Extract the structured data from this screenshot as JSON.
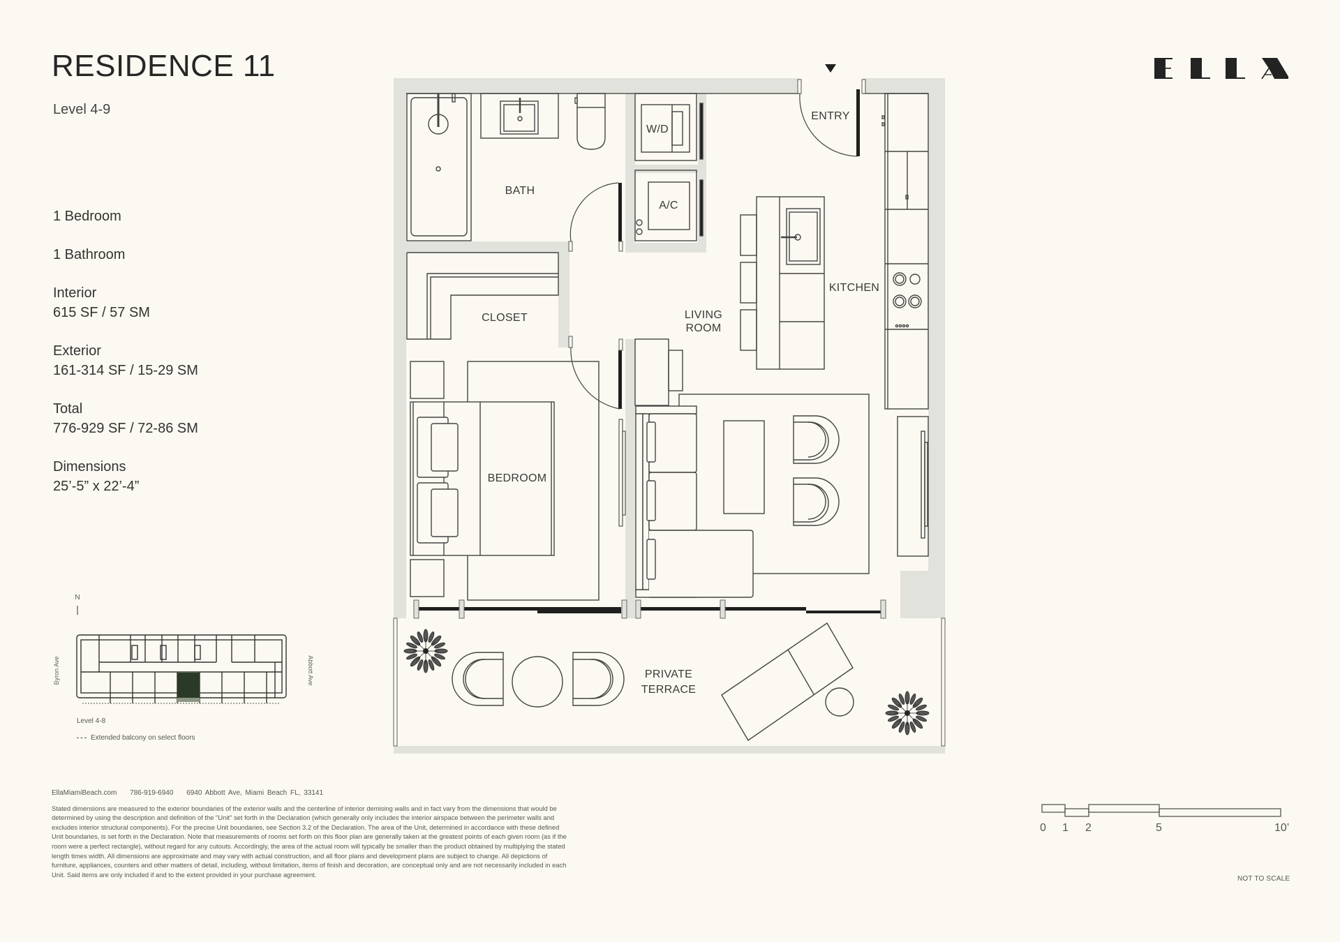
{
  "header": {
    "title": "RESIDENCE 11",
    "subtitle": "Level 4-9",
    "brand": "ELLA"
  },
  "specs": {
    "bedrooms": "1 Bedroom",
    "bathrooms": "1 Bathroom",
    "interior": {
      "label": "Interior",
      "value": "615 SF / 57 SM"
    },
    "exterior": {
      "label": "Exterior",
      "value": "161-314 SF / 15-29 SM"
    },
    "total": {
      "label": "Total",
      "value": "776-929 SF / 72-86 SM"
    },
    "dimensions": {
      "label": "Dimensions",
      "value": "25’-5” x 22’-4”"
    }
  },
  "floorplan": {
    "rooms": {
      "entry": "ENTRY",
      "bath": "BATH",
      "wd": "W/D",
      "ac": "A/C",
      "kitchen": "KITCHEN",
      "closet": "CLOSET",
      "living_line1": "LIVING",
      "living_line2": "ROOM",
      "bedroom": "BEDROOM",
      "terrace_line1": "PRIVATE",
      "terrace_line2": "TERRACE"
    },
    "colors": {
      "wall": "#e2e2dc",
      "line": "#3c3c3c",
      "bg": "#fbf9f1",
      "highlight_unit": "#2b3a26"
    }
  },
  "key_plan": {
    "north_label": "N",
    "left_street": "Byron Ave",
    "right_street": "Abbott Ave",
    "level_label": "Level 4-8",
    "legend": "Extended balcony on select floors"
  },
  "footer": {
    "website": "EllaMiamiBeach.com",
    "phone": "786-919-6940",
    "address": "6940 Abbott Ave, Miami Beach FL, 33141",
    "disclaimer": "Stated dimensions are measured to the exterior boundaries of the exterior walls and the centerline of interior demising walls and in fact vary from the dimensions that would be determined by using the description and definition of the \"Unit\" set forth in the Declaration (which generally only includes the interior airspace between the perimeter walls and excludes interior structural components). For the precise Unit boundaries, see Section 3.2 of the Declaration. The area of the Unit, determined in accordance with these defined Unit boundaries, is set forth in the Declaration.  Note that measurements of rooms set forth on this floor plan are generally taken at the greatest points of each given room (as if the room were a perfect rectangle), without regard for any cutouts. Accordingly, the area of the actual room will typically be smaller than the product obtained by multiplying the stated length times width. All dimensions are approximate and may vary with actual construction, and all floor plans and development plans are subject to change. All depictions of furniture, appliances, counters and other matters of detail, including, without limitation, items of finish and decoration, are conceptual only and are not necessarily included in each Unit. Said items are only included if and to the extent provided in your purchase agreement."
  },
  "scale_bar": {
    "ticks": [
      "0",
      "1",
      "2",
      "5",
      "10’"
    ],
    "note": "NOT TO SCALE"
  }
}
